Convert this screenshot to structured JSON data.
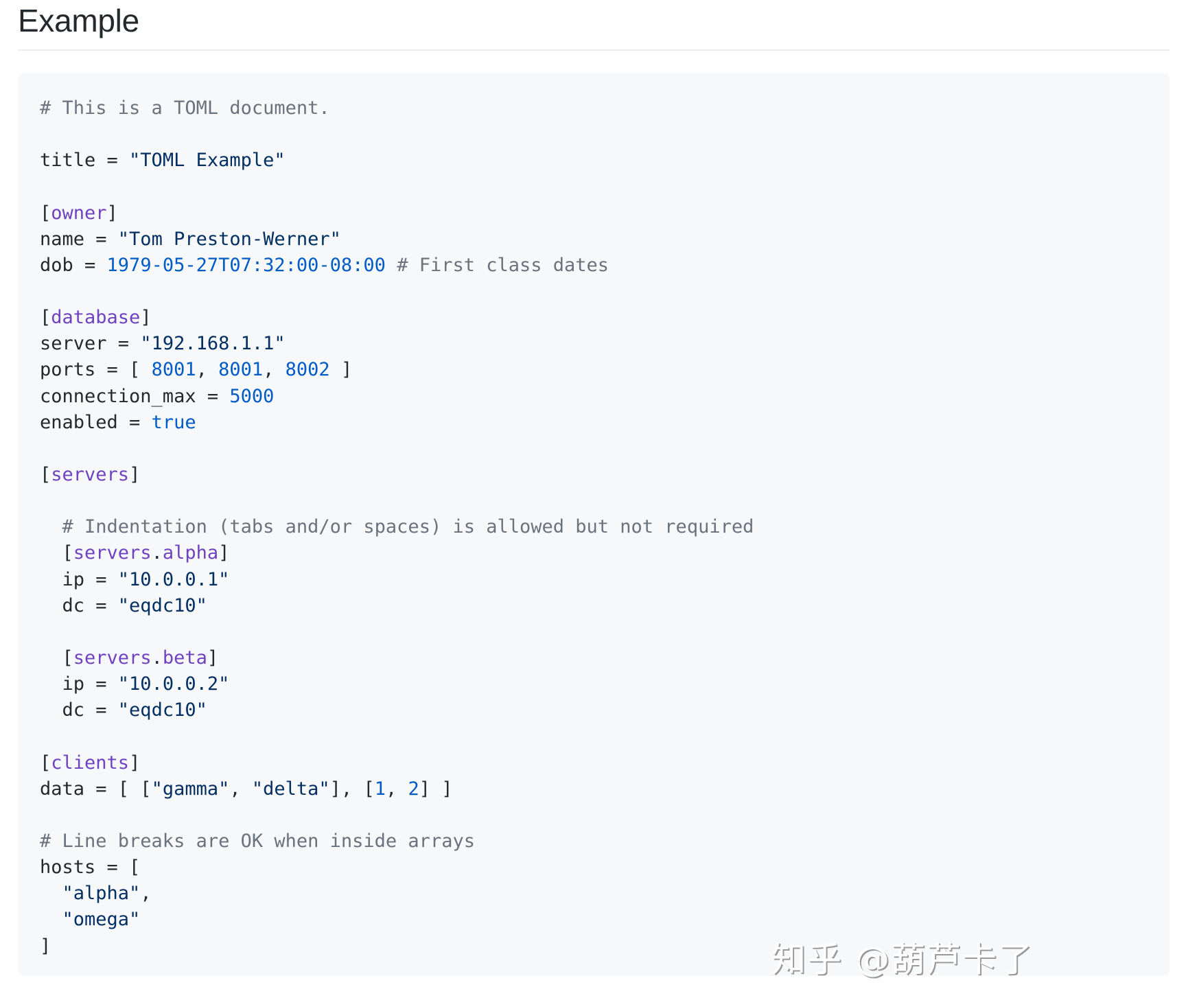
{
  "heading": {
    "title": "Example"
  },
  "code_block": {
    "language": "toml",
    "lines": [
      [
        {
          "t": "comment",
          "v": "# This is a TOML document."
        }
      ],
      [],
      [
        {
          "t": "plain",
          "v": "title = "
        },
        {
          "t": "string",
          "v": "\"TOML Example\""
        }
      ],
      [],
      [
        {
          "t": "plain",
          "v": "["
        },
        {
          "t": "table",
          "v": "owner"
        },
        {
          "t": "plain",
          "v": "]"
        }
      ],
      [
        {
          "t": "plain",
          "v": "name = "
        },
        {
          "t": "string",
          "v": "\"Tom Preston-Werner\""
        }
      ],
      [
        {
          "t": "plain",
          "v": "dob = "
        },
        {
          "t": "number",
          "v": "1979-05-27T07:32:00-08:00"
        },
        {
          "t": "plain",
          "v": " "
        },
        {
          "t": "comment",
          "v": "# First class dates"
        }
      ],
      [],
      [
        {
          "t": "plain",
          "v": "["
        },
        {
          "t": "table",
          "v": "database"
        },
        {
          "t": "plain",
          "v": "]"
        }
      ],
      [
        {
          "t": "plain",
          "v": "server = "
        },
        {
          "t": "string",
          "v": "\"192.168.1.1\""
        }
      ],
      [
        {
          "t": "plain",
          "v": "ports = [ "
        },
        {
          "t": "number",
          "v": "8001"
        },
        {
          "t": "plain",
          "v": ", "
        },
        {
          "t": "number",
          "v": "8001"
        },
        {
          "t": "plain",
          "v": ", "
        },
        {
          "t": "number",
          "v": "8002"
        },
        {
          "t": "plain",
          "v": " ]"
        }
      ],
      [
        {
          "t": "plain",
          "v": "connection_max = "
        },
        {
          "t": "number",
          "v": "5000"
        }
      ],
      [
        {
          "t": "plain",
          "v": "enabled = "
        },
        {
          "t": "number",
          "v": "true"
        }
      ],
      [],
      [
        {
          "t": "plain",
          "v": "["
        },
        {
          "t": "table",
          "v": "servers"
        },
        {
          "t": "plain",
          "v": "]"
        }
      ],
      [],
      [
        {
          "t": "plain",
          "v": "  "
        },
        {
          "t": "comment",
          "v": "# Indentation (tabs and/or spaces) is allowed but not required"
        }
      ],
      [
        {
          "t": "plain",
          "v": "  ["
        },
        {
          "t": "table",
          "v": "servers"
        },
        {
          "t": "plain",
          "v": "."
        },
        {
          "t": "table",
          "v": "alpha"
        },
        {
          "t": "plain",
          "v": "]"
        }
      ],
      [
        {
          "t": "plain",
          "v": "  ip = "
        },
        {
          "t": "string",
          "v": "\"10.0.0.1\""
        }
      ],
      [
        {
          "t": "plain",
          "v": "  dc = "
        },
        {
          "t": "string",
          "v": "\"eqdc10\""
        }
      ],
      [],
      [
        {
          "t": "plain",
          "v": "  ["
        },
        {
          "t": "table",
          "v": "servers"
        },
        {
          "t": "plain",
          "v": "."
        },
        {
          "t": "table",
          "v": "beta"
        },
        {
          "t": "plain",
          "v": "]"
        }
      ],
      [
        {
          "t": "plain",
          "v": "  ip = "
        },
        {
          "t": "string",
          "v": "\"10.0.0.2\""
        }
      ],
      [
        {
          "t": "plain",
          "v": "  dc = "
        },
        {
          "t": "string",
          "v": "\"eqdc10\""
        }
      ],
      [],
      [
        {
          "t": "plain",
          "v": "["
        },
        {
          "t": "table",
          "v": "clients"
        },
        {
          "t": "plain",
          "v": "]"
        }
      ],
      [
        {
          "t": "plain",
          "v": "data = [ ["
        },
        {
          "t": "string",
          "v": "\"gamma\""
        },
        {
          "t": "plain",
          "v": ", "
        },
        {
          "t": "string",
          "v": "\"delta\""
        },
        {
          "t": "plain",
          "v": "], ["
        },
        {
          "t": "number",
          "v": "1"
        },
        {
          "t": "plain",
          "v": ", "
        },
        {
          "t": "number",
          "v": "2"
        },
        {
          "t": "plain",
          "v": "] ]"
        }
      ],
      [],
      [
        {
          "t": "comment",
          "v": "# Line breaks are OK when inside arrays"
        }
      ],
      [
        {
          "t": "plain",
          "v": "hosts = ["
        }
      ],
      [
        {
          "t": "plain",
          "v": "  "
        },
        {
          "t": "string",
          "v": "\"alpha\""
        },
        {
          "t": "plain",
          "v": ","
        }
      ],
      [
        {
          "t": "plain",
          "v": "  "
        },
        {
          "t": "string",
          "v": "\"omega\""
        }
      ],
      [
        {
          "t": "plain",
          "v": "]"
        }
      ]
    ]
  },
  "watermark": {
    "text": "知乎 @葫芦卡了"
  },
  "colors": {
    "background": "#ffffff",
    "code_background": "#f6f8fa",
    "plain": "#24292e",
    "comment": "#6a737d",
    "string": "#032f62",
    "number": "#005cc5",
    "table": "#6f42c1",
    "rule": "#eaecef"
  }
}
